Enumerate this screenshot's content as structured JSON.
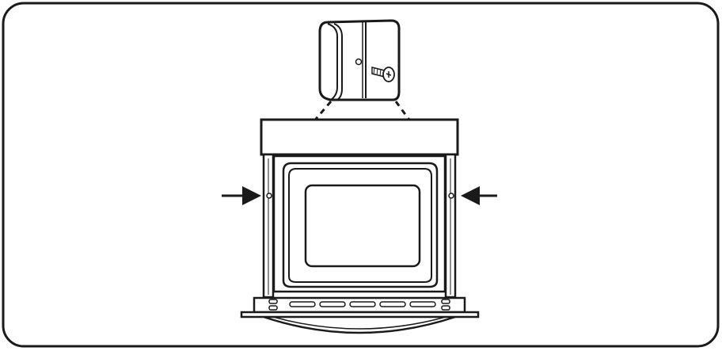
{
  "figure": {
    "kind": "installation-diagram",
    "components": [
      {
        "name": "side-trim-detail-callout",
        "icon": "screw-icon"
      },
      {
        "name": "oven-body"
      },
      {
        "name": "cabinet-frame"
      },
      {
        "name": "mounting-screw-hole-left"
      },
      {
        "name": "mounting-screw-hole-right"
      },
      {
        "name": "arrow-pointing-right-to-left-hole",
        "icon": "arrow-right-icon"
      },
      {
        "name": "arrow-pointing-left-to-right-hole",
        "icon": "arrow-left-icon"
      }
    ],
    "colors": {
      "line": "#1a1a1a",
      "background": "#ffffff",
      "fill": "#ffffff"
    }
  }
}
